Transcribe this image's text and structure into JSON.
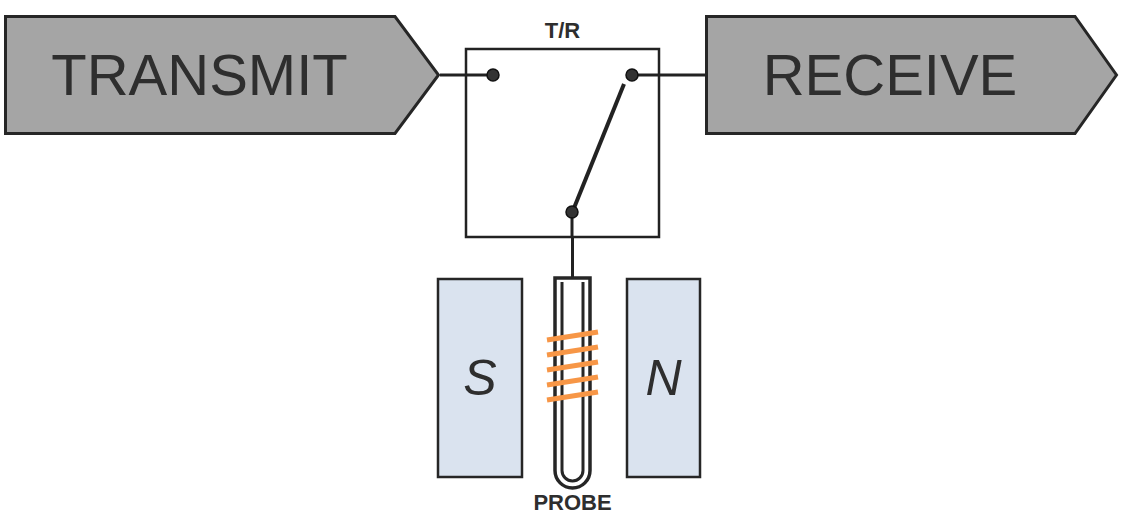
{
  "diagram": {
    "nodes": [
      {
        "text": [
          "TRANSMIT"
        ]
      },
      {
        "text": [
          "T/R"
        ]
      },
      {
        "text": [
          "RECEIVE"
        ]
      },
      {
        "text": [
          "S"
        ]
      },
      {
        "text": [
          "PROBE"
        ]
      },
      {
        "text": [
          "N"
        ]
      }
    ],
    "edges": [
      {
        "from": 0,
        "to": 1,
        "arrow": "none"
      },
      {
        "from": 1,
        "to": 2,
        "arrow": "none"
      },
      {
        "from": 1,
        "to": 4,
        "arrow": "none"
      }
    ]
  }
}
